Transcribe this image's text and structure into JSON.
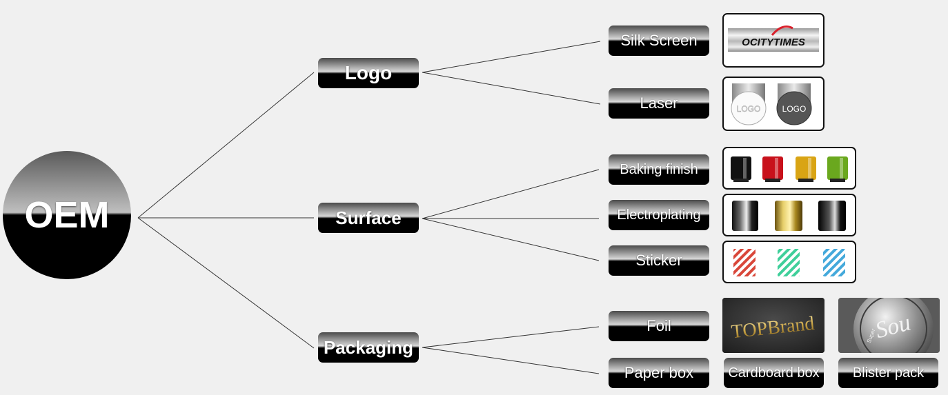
{
  "root": {
    "label": "OEM"
  },
  "categories": [
    {
      "id": "logo",
      "label": "Logo"
    },
    {
      "id": "surface",
      "label": "Surface"
    },
    {
      "id": "packaging",
      "label": "Packaging"
    }
  ],
  "methods": [
    {
      "id": "silk-screen",
      "label": "Silk Screen"
    },
    {
      "id": "laser",
      "label": "Laser"
    },
    {
      "id": "baking-finish",
      "label": "Baking finish"
    },
    {
      "id": "electroplating",
      "label": "Electroplating"
    },
    {
      "id": "sticker",
      "label": "Sticker"
    },
    {
      "id": "foil",
      "label": "Foil"
    },
    {
      "id": "paper-box",
      "label": "Paper box"
    }
  ],
  "samples": {
    "silk_screen_brand": "OCITYTIMES",
    "laser_caps": [
      "LOGO",
      "LOGO"
    ],
    "foil_brand": "TOPBrand",
    "blister_script": "Sou",
    "blister_small": "Super",
    "cardboard_label": "Cardboard box",
    "blister_label": "Blister pack"
  },
  "colors": {
    "baking_finish": [
      "#111111",
      "#c8111b",
      "#d9a414",
      "#6aa81e"
    ],
    "sticker": [
      "#d9473a",
      "#3fcf9a",
      "#44a9db"
    ],
    "line": "#333333"
  }
}
